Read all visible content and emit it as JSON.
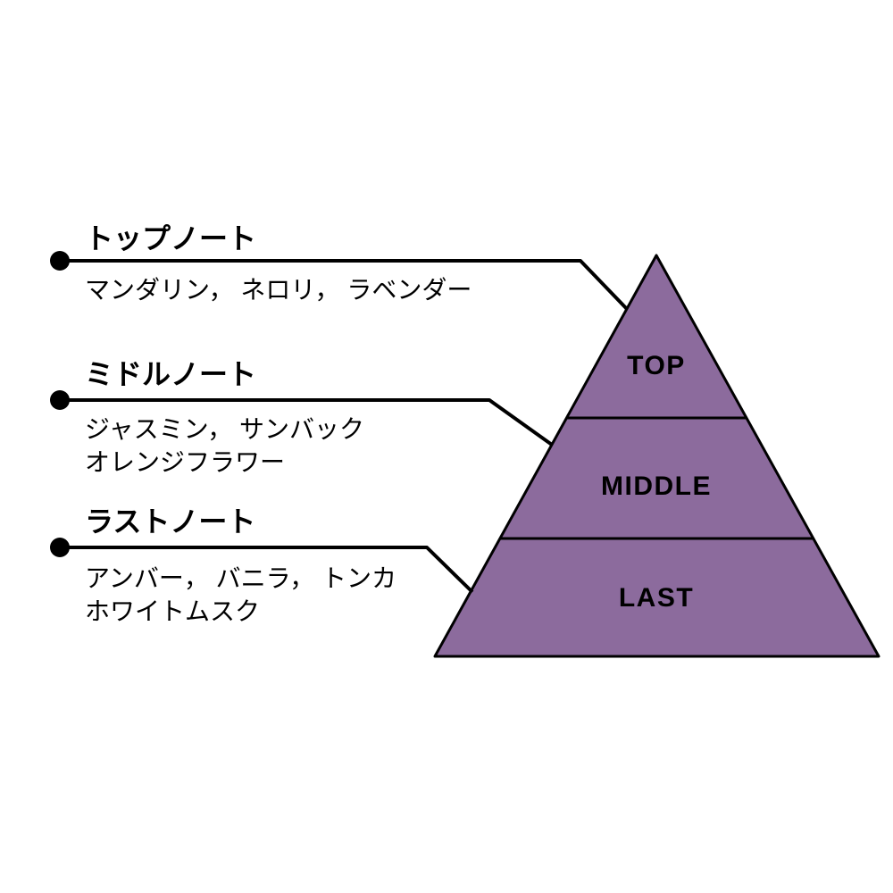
{
  "diagram": {
    "type": "fragrance-note-pyramid",
    "notes": [
      {
        "heading": "トップノート",
        "lines": [
          "マンダリン， ネロリ， ラベンダー"
        ]
      },
      {
        "heading": "ミドルノート",
        "lines": [
          "ジャスミン， サンバック",
          "オレンジフラワー"
        ]
      },
      {
        "heading": "ラストノート",
        "lines": [
          "アンバー， バニラ， トンカ",
          "ホワイトムスク"
        ]
      }
    ],
    "pyramid": {
      "levels": [
        "TOP",
        "MIDDLE",
        "LAST"
      ],
      "fill_color": "#8c6b9d",
      "outline_color": "#000000"
    }
  }
}
